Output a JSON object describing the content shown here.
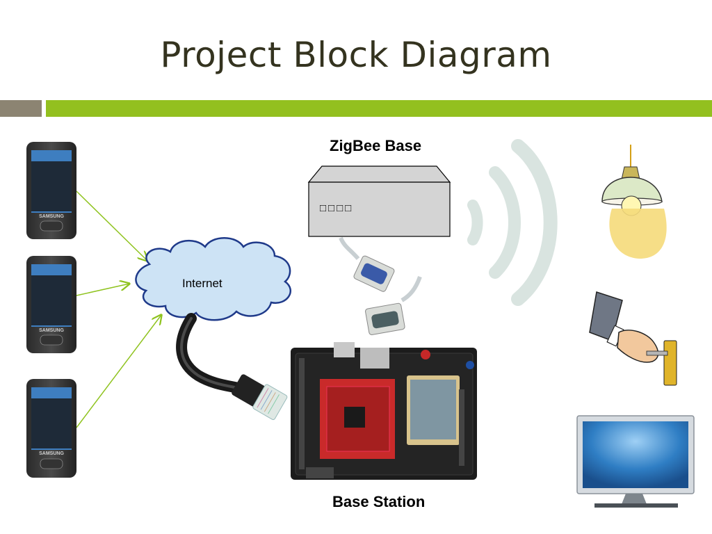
{
  "slide": {
    "title": "Project Block Diagram"
  },
  "diagram": {
    "zigbee_label": "ZigBee Base",
    "zigbee_box_text": "□□□□",
    "cloud_label": "Internet",
    "base_station_label": "Base Station",
    "phone_brand": "SAMSUNG"
  },
  "colors": {
    "title": "#34331f",
    "accent_green": "#93c01f",
    "accent_gray": "#8c8472",
    "arrow": "#8fc31f",
    "cloud_fill": "#cde3f5",
    "cloud_stroke": "#1f3a8a"
  },
  "icons": [
    "smartphone-icon",
    "cloud-icon",
    "ethernet-cable-icon",
    "serial-connector-icon",
    "wireless-signal-icon",
    "lamp-icon",
    "hand-key-icon",
    "television-icon",
    "dev-board-icon"
  ]
}
